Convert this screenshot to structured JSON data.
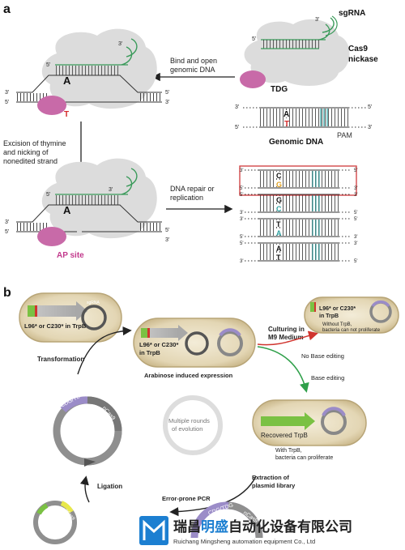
{
  "panel_a": {
    "label": "a",
    "sgrna": "sgRNA",
    "cas9_nickase": [
      "Cas9",
      "nickase"
    ],
    "tdg": "TDG",
    "bind_open": [
      "Bind and open",
      "genomic DNA"
    ],
    "excision": [
      "Excision of thymine",
      "and nicking of",
      "nonedited strand"
    ],
    "dna_repair": [
      "DNA repair or",
      "replication"
    ],
    "genomic_dna": "Genomic DNA",
    "pam": "PAM",
    "ap_site": "AP site",
    "prime5": "5'",
    "prime3": "3'",
    "base_A": "A",
    "base_T": "T",
    "results": [
      {
        "top": "C",
        "bottom": "G"
      },
      {
        "top": "G",
        "bottom": "C"
      },
      {
        "top": "T",
        "bottom": "A"
      },
      {
        "top": "A",
        "bottom": "T"
      }
    ],
    "colors": {
      "blob": "#dcdcdc",
      "tdg": "#c86aa8",
      "rna": "#3a9a5a",
      "red": "#d42a2a",
      "teal": "#2fa0a0",
      "orange": "#e0a020",
      "box": "#d0393b",
      "ap": "#c23a8c"
    }
  },
  "panel_b": {
    "label": "b",
    "dish1": {
      "text": [
        "L96* or C230* in TrpB"
      ],
      "gene": "TrpB"
    },
    "plasmid_label": "sgRNA",
    "dish2": {
      "text": [
        "L96* or C230*",
        "in TrpB"
      ]
    },
    "arabinose": "Arabinose induced expression",
    "culturing": [
      "Culturing in",
      "M9 Medium"
    ],
    "dish3": {
      "text": [
        "L96* or C230*",
        "in TrpB"
      ]
    },
    "without": [
      "Without TrpB,",
      "bacteria can not proliferate"
    ],
    "no_base_editing": "No Base editing",
    "base_editing": "Base editing",
    "recovered": "Recovered TrpB",
    "with_trpb": [
      "With TrpB,",
      "bacteria can proliferate"
    ],
    "extraction": [
      "Extraction of",
      "plasmid library"
    ],
    "error_prone": "Error-prone PCR",
    "ligation": "Ligation",
    "transformation": "Transformation",
    "multiple_rounds": [
      "Multiple rounds",
      "of evolution"
    ],
    "cdg_tdg": "CDG/TDG",
    "ncas9": "nCas9",
    "colors": {
      "dish": "#cdb98c",
      "dish_inner": "#e6dcc0",
      "green": "#7ac143",
      "red": "#d0352f",
      "purple": "#9b8cc8",
      "gray": "#8f8f8f",
      "teal": "#1a8f8f",
      "yellow": "#e8e84a"
    }
  },
  "watermark": {
    "company_cn_a": "瑞昌",
    "company_cn_b": "明盛",
    "company_cn_c": "自动化设备有限公司",
    "company_en": "Ruichang Mingsheng automation equipment Co., Ltd"
  }
}
